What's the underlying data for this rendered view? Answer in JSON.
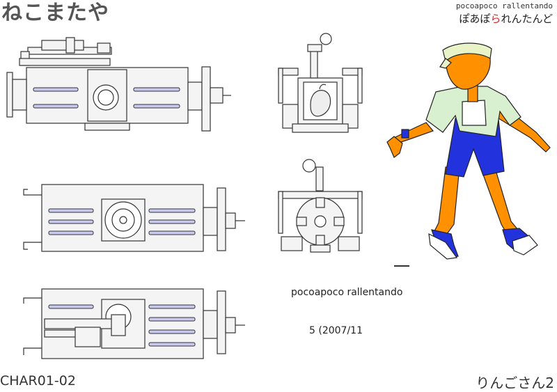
{
  "header": {
    "logo_text": "ねこまたや",
    "brand_latin": "pocoapoco rallentando",
    "brand_kana_prefix": "ぽあぽ",
    "brand_kana_accent": "ら",
    "brand_kana_suffix": "れんたんど"
  },
  "body": {
    "project_label": "pocoapoco rallentando",
    "date_label": "5  (2007/11"
  },
  "footer": {
    "sheet_id": "CHAR01-02",
    "character_name": "りんごさん2"
  },
  "colors": {
    "line": "#333333",
    "panel_fill": "#f4f4f4",
    "slot_fill": "#c8c8f0",
    "skin": "#ff9000",
    "shorts": "#2233dd",
    "shirt": "#d8f0d0",
    "headband": "#e8f4c8",
    "shoes": "#2233dd"
  }
}
